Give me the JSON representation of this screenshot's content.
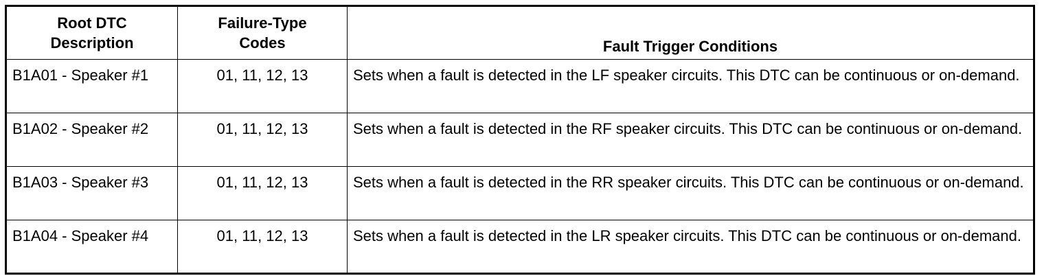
{
  "table": {
    "headers": {
      "description": [
        "Root DTC",
        "Description"
      ],
      "codes": [
        "Failure-Type",
        "Codes"
      ],
      "conditions": "Fault Trigger Conditions"
    },
    "rows": [
      {
        "description": "B1A01 - Speaker #1",
        "codes": "01, 11, 12, 13",
        "conditions": "Sets when a fault is detected in the LF speaker circuits. This DTC can be continuous or on-demand."
      },
      {
        "description": "B1A02 - Speaker #2",
        "codes": "01, 11, 12, 13",
        "conditions": "Sets when a fault is detected in the RF speaker circuits. This DTC can be continuous or on-demand."
      },
      {
        "description": "B1A03 - Speaker #3",
        "codes": "01, 11, 12, 13",
        "conditions": "Sets when a fault is detected in the RR speaker circuits. This DTC can be continuous or on-demand."
      },
      {
        "description": "B1A04 - Speaker #4",
        "codes": "01, 11, 12, 13",
        "conditions": "Sets when a fault is detected in the LR speaker circuits. This DTC can be continuous or on-demand."
      }
    ]
  }
}
